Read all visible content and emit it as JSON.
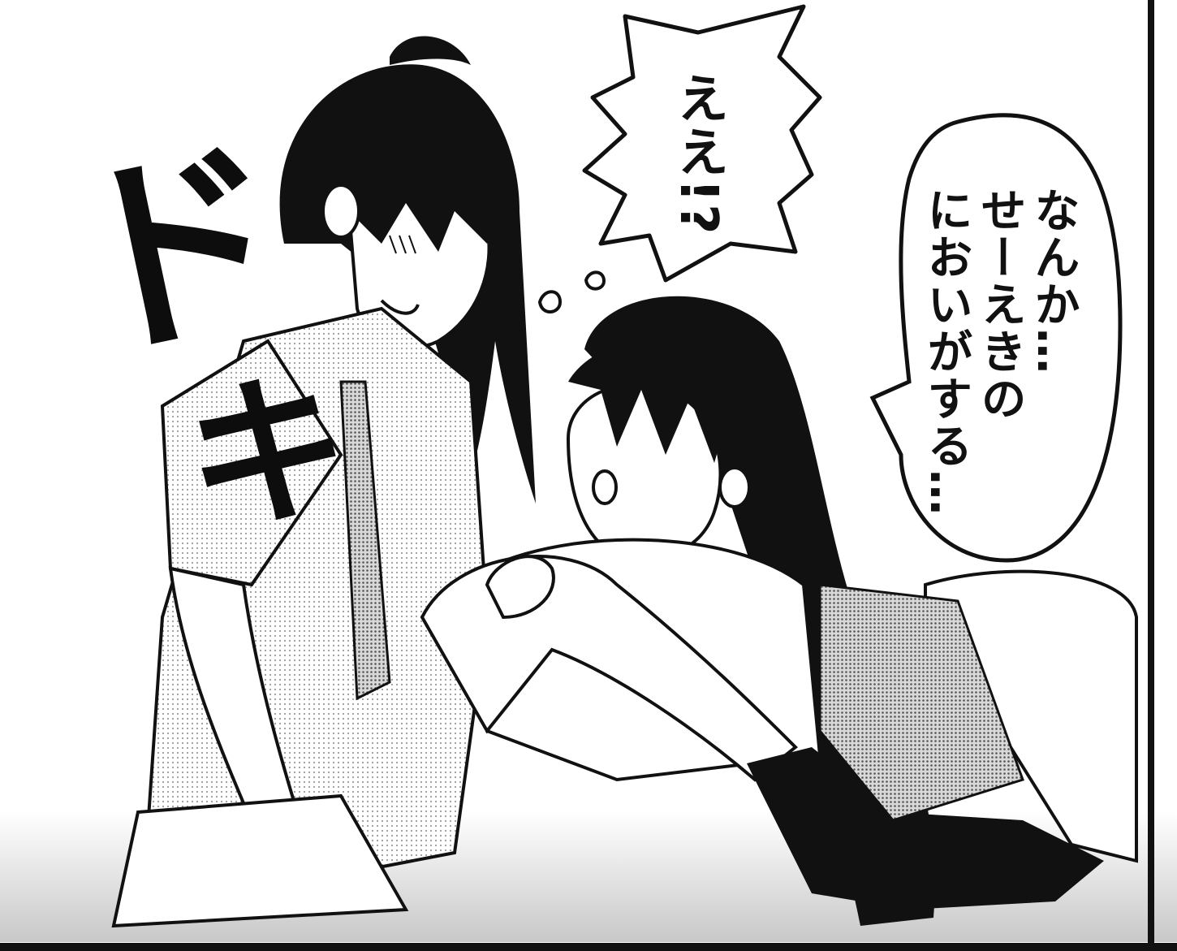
{
  "dialogue": {
    "shout_bubble": "ええ!?",
    "speech_bubble": [
      "なんか…",
      "せーえきの",
      "においがする…"
    ]
  },
  "sound_effects": {
    "first": "ド",
    "second": "キ"
  },
  "colors": {
    "ink": "#111111",
    "paper": "#ffffff",
    "screentone": "#c9c9c9"
  }
}
